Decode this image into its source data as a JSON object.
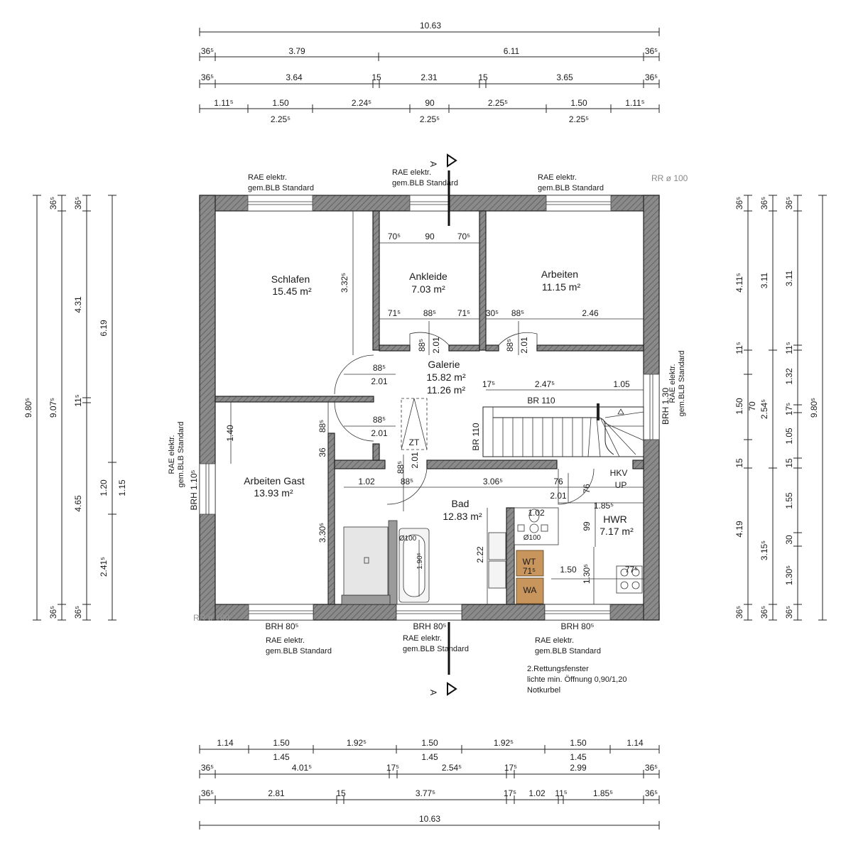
{
  "top_dims": {
    "row1": [
      "10.63"
    ],
    "row2": [
      "36⁵",
      "3.79",
      "6.11",
      "36⁵"
    ],
    "row3": [
      "36⁵",
      "3.64",
      "15",
      "2.31",
      "15",
      "3.65",
      "36⁵"
    ],
    "row4a": [
      "1.11⁵",
      "1.50",
      "2.24⁵",
      "90",
      "2.25⁵",
      "1.50",
      "1.11⁵"
    ],
    "row4b": [
      "2.25⁵",
      "2.25⁵",
      "2.25⁵"
    ]
  },
  "bottom_dims": {
    "row1a": [
      "1.14",
      "1.50",
      "1.92⁵",
      "1.50",
      "1.92⁵",
      "1.50",
      "1.14"
    ],
    "row1b": [
      "1.45",
      "1.45",
      "1.45"
    ],
    "row2": [
      "36⁵",
      "4.01⁵",
      "17⁵",
      "2.54⁵",
      "17⁵",
      "2.99",
      "36⁵"
    ],
    "row3": [
      "36⁵",
      "2.81",
      "15",
      "3.77⁵",
      "17⁵",
      "1.02",
      "11⁵",
      "1.85⁵",
      "36⁵"
    ],
    "row4": [
      "10.63"
    ]
  },
  "left_dims": {
    "col1": [
      "9.80⁵"
    ],
    "col2": [
      "36⁵",
      "9.07⁵",
      "36⁵"
    ],
    "col3": [
      "36⁵",
      "4.31",
      "11⁵",
      "4.65",
      "36⁵"
    ],
    "col4": [
      "6.19",
      "1.20",
      "2.41⁵"
    ],
    "col4b": [
      "1.15"
    ]
  },
  "right_dims": {
    "col1": [
      "36⁵",
      "4.11⁵",
      "11⁵",
      "1.50",
      "15",
      "4.19",
      "36⁵"
    ],
    "col1b": [
      "70"
    ],
    "col2": [
      "36⁵",
      "3.11",
      "2.54⁵",
      "3.15⁵",
      "36⁵"
    ],
    "col3": [
      "36⁵",
      "3.11",
      "11⁵",
      "1.32",
      "17⁵",
      "1.05",
      "15",
      "1.55",
      "30",
      "1.30⁵",
      "36⁵"
    ],
    "col4": [
      "9.80⁵"
    ]
  },
  "rooms": {
    "schlafen": {
      "name": "Schlafen",
      "area": "15.45 m²"
    },
    "ankleide": {
      "name": "Ankleide",
      "area": "7.03 m²"
    },
    "arbeiten": {
      "name": "Arbeiten",
      "area": "11.15 m²"
    },
    "galerie": {
      "name": "Galerie",
      "area1": "15.82 m²",
      "area2": "11.26 m²"
    },
    "arbeiten_gast": {
      "name": "Arbeiten Gast",
      "area": "13.93 m²"
    },
    "bad": {
      "name": "Bad",
      "area": "12.83 m²"
    },
    "hwr": {
      "name": "HWR",
      "area": "7.17 m²"
    }
  },
  "window_labels": {
    "rae1": "RAE elektr.",
    "blb": "gem.BLB Standard",
    "rr": "RR ø 100",
    "rr_short": "RR ø 100"
  },
  "section_marker": "A",
  "interior_dims": {
    "ank_top": [
      "70⁵",
      "90",
      "70⁵"
    ],
    "ank_bot": [
      "71⁵",
      "88⁵",
      "71⁵"
    ],
    "arb_bot": [
      "30⁵",
      "88⁵",
      "2.46"
    ],
    "door_h": [
      "2.01",
      "2.01"
    ],
    "door_w": [
      "88⁵",
      "88⁵"
    ],
    "schl_v": "3.32⁵",
    "gal_door1": [
      "88⁵",
      "2.01"
    ],
    "gal_door2": [
      "88⁵",
      "2.01"
    ],
    "gal_right": [
      "17⁵",
      "2.47⁵",
      "1.05"
    ],
    "br110": "BR 110",
    "br110_v": "BR 110",
    "zt": "ZT",
    "gast_v1": "1.40",
    "gast_door": [
      "88⁵",
      "36"
    ],
    "gast_v2": "3.30⁵",
    "bad_row": [
      "1.02",
      "88⁵",
      "3.06⁵",
      "76"
    ],
    "bad_door_v": [
      "88⁵",
      "2.01"
    ],
    "hwr_door": [
      "2.01",
      "76"
    ],
    "hkv": "HKV",
    "up": "UP",
    "bad_222": "2.22",
    "tub": [
      "1.90⁵",
      "Ø100"
    ],
    "wc_dims": [
      "1.02",
      "Ø100"
    ],
    "hwr_dims": [
      "1.85⁵",
      "99",
      "1.50",
      "1.30⁵",
      "77⁵"
    ],
    "wt": "WT",
    "wt_dim": "71⁵",
    "wa": "WA",
    "brh_left": "BRH 1.10⁵",
    "brh_right": "BRH 1.30",
    "brh_bottom": [
      "BRH 80⁵",
      "BRH 80⁵",
      "BRH 80⁵"
    ]
  },
  "notes": {
    "rettung1": "2.Rettungsfenster",
    "rettung2": "lichte min. Öffnung 0,90/1,20",
    "rettung3": "Notkurbel"
  }
}
